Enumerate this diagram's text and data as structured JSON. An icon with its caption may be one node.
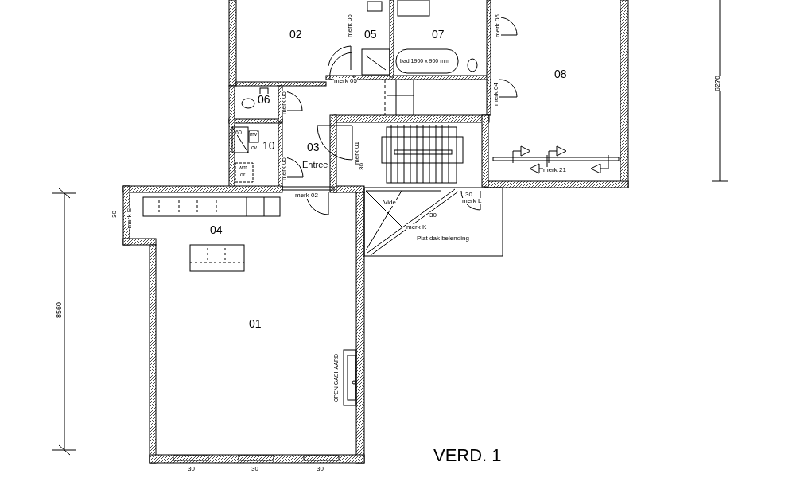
{
  "diagram": {
    "title": "VERD. 1",
    "labels": [
      "02",
      "merk 05",
      "05",
      "07",
      "merk 05",
      "bad 1900 x 900 mm",
      "08",
      "merk 05",
      "merk 04",
      "06",
      "merk 05",
      "6270",
      "60",
      "mv",
      "10",
      "cv",
      "03",
      "merk 01",
      "Entree",
      "30",
      "wm",
      "dr",
      "merk 05",
      "merk 21",
      "merk 02",
      "30",
      "merk L",
      "8560",
      "30",
      "merk E",
      "Vide",
      "30",
      "merk K",
      "04",
      "Plat dak belending",
      "01",
      "OPEN GASHAARD",
      "30",
      "30",
      "30"
    ]
  }
}
